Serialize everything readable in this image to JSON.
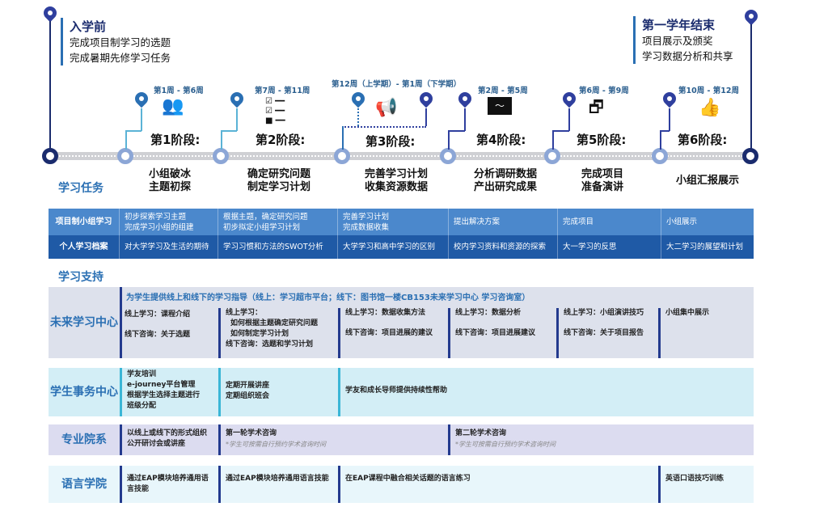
{
  "start": {
    "title": "入学前",
    "lines": [
      "完成项目制学习的选题",
      "完成暑期先修学习任务"
    ]
  },
  "end": {
    "title": "第一学年结束",
    "lines": [
      "项目展示及颁奖",
      "学习数据分析和共享"
    ]
  },
  "phases": [
    {
      "weeks": "第1周 - 第6周",
      "label": "第1阶段:",
      "icon": "discussion-group-icon",
      "tasks": [
        "小组破冰",
        "主题初探"
      ]
    },
    {
      "weeks": "第7周 - 第11周",
      "label": "第2阶段:",
      "icon": "checklist-icon",
      "tasks": [
        "确定研究问题",
        "制定学习计划"
      ]
    },
    {
      "weeks": "第12周（上学期）- 第1周（下学期）",
      "label": "第3阶段:",
      "icon": "megaphone-icon",
      "tasks": [
        "完善学习计划",
        "收集资源数据"
      ]
    },
    {
      "weeks": "第2周 - 第5周",
      "label": "第4阶段:",
      "icon": "presentation-chart-icon",
      "tasks": [
        "分析调研数据",
        "产出研究成果"
      ]
    },
    {
      "weeks": "第6周 - 第9周",
      "label": "第5阶段:",
      "icon": "windows-icon",
      "tasks": [
        "完成项目",
        "准备演讲"
      ]
    },
    {
      "weeks": "第10周 - 第12周",
      "label": "第6阶段:",
      "icon": "thumbs-up-icon",
      "tasks": [
        "小组汇报展示"
      ]
    }
  ],
  "tasks_title": "学习任务",
  "table": {
    "group": {
      "label": "项目制小组学习",
      "cells": [
        [
          "初步探索学习主题",
          "完成学习小组的组建"
        ],
        [
          "根据主题，确定研究问题",
          "初步拟定小组学习计划"
        ],
        [
          "完善学习计划",
          "完成数据收集"
        ],
        [
          "提出解决方案"
        ],
        [
          "完成项目"
        ],
        [
          "小组展示"
        ]
      ]
    },
    "personal": {
      "label": "个人学习档案",
      "cells": [
        "对大学学习及生活的期待",
        "学习习惯和方法的SWOT分析",
        "大学学习和高中学习的区别",
        "校内学习资料和资源的探索",
        "大一学习的反思",
        "大二学习的展望和计划"
      ]
    }
  },
  "support_title": "学习支持",
  "future": {
    "label": "未来学习中心",
    "banner": "为学生提供线上和线下的学习指导（线上：学习超市平台；线下：图书馆一楼CB153未来学习中心 学习咨询室）",
    "cells": [
      [
        "线上学习：课程介绍",
        "线下咨询：关于选题"
      ],
      [
        "线上学习：",
        "如何根据主题确定研究问题",
        "如何制定学习计划",
        "线下咨询：选题和学习计划"
      ],
      [
        "线上学习：数据收集方法",
        "线下咨询：项目进展的建议"
      ],
      [
        "线上学习：数据分析",
        "线下咨询：项目进展建议"
      ],
      [
        "线上学习：小组演讲技巧",
        "线下咨询：关于项目报告"
      ],
      [
        "小组集中展示"
      ]
    ]
  },
  "affairs": {
    "label": "学生事务中心",
    "cells": [
      [
        "学友培训",
        "e-journey平台管理",
        "根据学生选择主题进行",
        "班级分配"
      ],
      [
        "定期开展讲座",
        "定期组织班会"
      ],
      [
        "学友和成长导师提供持续性帮助"
      ]
    ]
  },
  "dept": {
    "label": "专业院系",
    "cells": [
      [
        "以线上或线下的形式组织",
        "公开研讨会或讲座"
      ],
      [
        "第一轮学术咨询"
      ],
      [
        "第二轮学术咨询"
      ]
    ],
    "note": "*学生可按需自行预约学术咨询时间"
  },
  "lang": {
    "label": "语言学院",
    "cells": [
      "通过EAP模块培养通用语言技能",
      "通过EAP模块培养通用语言技能",
      "在EAP课程中融合相关话题的语言练习",
      "英语口语技巧训练"
    ]
  }
}
